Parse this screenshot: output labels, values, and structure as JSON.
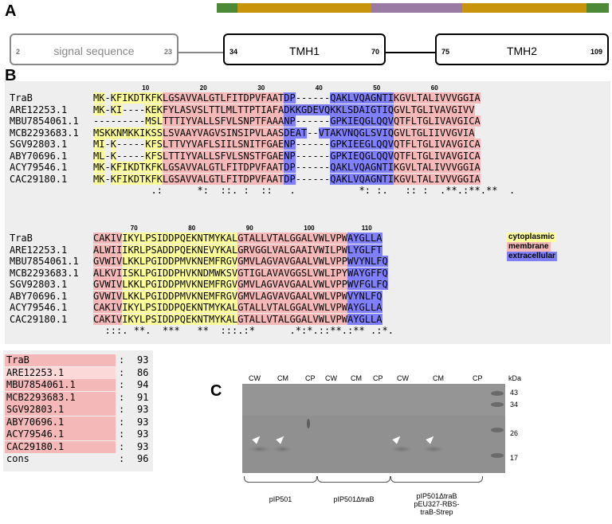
{
  "panels": {
    "a": "A",
    "b": "B",
    "c": "C"
  },
  "panel_a": {
    "topology_colors": [
      "#4d8a35",
      "#c8940c",
      "#9a7ba4",
      "#c8940c",
      "#4d8a35"
    ],
    "domains": [
      {
        "label": "signal sequence",
        "start": "2",
        "end": "23",
        "style": "grey"
      },
      {
        "label": "TMH1",
        "start": "34",
        "end": "70",
        "style": "black"
      },
      {
        "label": "TMH2",
        "start": "75",
        "end": "109",
        "style": "black"
      }
    ]
  },
  "panel_b": {
    "colors": {
      "cytoplasmic": "#ffff99",
      "membrane": "#f4b8b8",
      "extracellular": "#8080ff",
      "background": "#eeeeee"
    },
    "block1": {
      "ruler": [
        "10",
        "20",
        "30",
        "40",
        "50",
        "60"
      ],
      "rows": [
        {
          "name": "TraB",
          "seq": "MK-KFIKDTKFKLGSAVVALGTLFITDPVFAATDP------QAKLVQAGNTIKGVLTALIVVVGGIA"
        },
        {
          "name": "ARE12253.1",
          "seq": "MK-KI----KEKFYLASVSLTTLMLTTPTIAFADKKGDEVQKKLSDAIGTIQGVLTGLIVAVGIVV"
        },
        {
          "name": "MBU7854061.1",
          "seq": "---------MSLTTTIYVALLSFVLSNPTFAAANP------GPKIEQGLQQVQTFLTGLIVAVGICA"
        },
        {
          "name": "MCB2293683.1",
          "seq": "MSKKNMKKIKSSLSVAAYVAGVSINSIPVLAASDEAT--VTAKVNQGLSVIQGVLTGLIIVVGVIA"
        },
        {
          "name": "SGV92803.1",
          "seq": "MI-K-----KFSLTTVYVAFLSIILSNITFGAENP------GPKIEEGLQQVQTFLTGLIVAVGICA"
        },
        {
          "name": "ABY70696.1",
          "seq": "ML-K-----KFSLTTIYVALLSFVLSNSTFGAENP------GPKIEQGLQQVQTFLTGLIVAVGICA"
        },
        {
          "name": "ACY79546.1",
          "seq": "MK-KFIKDTKFKLGSAVVALGTLFITDPVFAATDP------QAKLVQAGNTIKGVLTALIVVVGGIA"
        },
        {
          "name": "CAC29180.1",
          "seq": "MK-KFIKDTKFKLGSAVVALGTLFITDPVFAATDP------QAKLVQAGNTIKGVLTALIVVVGGIA"
        }
      ],
      "consensus": "          .:      *:  ::. :  ::   .           *: :.   :: :  .**.:**.**  ."
    },
    "block2": {
      "ruler": [
        "70",
        "80",
        "90",
        "100",
        "110"
      ],
      "rows": [
        {
          "name": "TraB",
          "seq": "CAKIVIKYLPSIDDPQEKNTMYKALGTALLVTALGGALVWLVPWAYGLLA"
        },
        {
          "name": "ARE12253.1",
          "seq": "ALWIIIKRLPSADDPQEKNEVYKALGRVGGLVALGAAIVWILPWLYGLFT"
        },
        {
          "name": "MBU7854061.1",
          "seq": "GVWIVLKKLPGIDDPMVKNEMFRGVGMVLAGVAVGAALVWLVPPWVYNLFQ"
        },
        {
          "name": "MCB2293683.1",
          "seq": "ALKVIISKLPGIDDPHVKNDMWKSVGTIGLAVAVGGSLVWLIPYWAYGFFQ"
        },
        {
          "name": "SGV92803.1",
          "seq": "GVWIVLKKLPGIDDPMVKNEMFRGVGMVLAGVAVGAALVWLVPPWVFGLFQ"
        },
        {
          "name": "ABY70696.1",
          "seq": "GVWIVLKKLPGIDDPMVKNEMFRGVGMVLAGVAVGAALVWLVPWVYNLFQ"
        },
        {
          "name": "ACY79546.1",
          "seq": "CAKIVIKYLPSIDDPQEKNTMYKALGTALLVTALGGALVWLVPWAYGLLA"
        },
        {
          "name": "CAC29180.1",
          "seq": "CAKIVIKYLPSIDDPQEKNTMYKALGTALLVTALGGALVWLVPWAYGLLA"
        }
      ],
      "consensus": "  :::. **.  ***   **  :::.:*      .*:*.::**.:** .:*."
    },
    "legend": [
      {
        "label": "cytoplasmic",
        "color": "#ffff99"
      },
      {
        "label": "membrane",
        "color": "#f4b8b8"
      },
      {
        "label": "extracellular",
        "color": "#8080ff"
      }
    ],
    "scores": [
      {
        "name": "TraB",
        "value": "93",
        "color": "#f4b8b8"
      },
      {
        "name": "ARE12253.1",
        "value": "86",
        "color": "#fbd9d9"
      },
      {
        "name": "MBU7854061.1",
        "value": "94",
        "color": "#f4b8b8"
      },
      {
        "name": "MCB2293683.1",
        "value": "91",
        "color": "#f4b8b8"
      },
      {
        "name": "SGV92803.1",
        "value": "93",
        "color": "#f4b8b8"
      },
      {
        "name": "ABY70696.1",
        "value": "93",
        "color": "#f4b8b8"
      },
      {
        "name": "ACY79546.1",
        "value": "93",
        "color": "#f4b8b8"
      },
      {
        "name": "CAC29180.1",
        "value": "93",
        "color": "#f4b8b8"
      },
      {
        "name": "cons",
        "value": "96",
        "color": "#eeeeee"
      }
    ]
  },
  "panel_c": {
    "fractions": [
      "CW",
      "CM",
      "CP",
      "CW",
      "CM",
      "CP",
      "CW",
      "CM",
      "CP"
    ],
    "kda_label": "kDa",
    "markers": [
      "43",
      "34",
      "26",
      "17"
    ],
    "groups": [
      "pIP501",
      "pIP501ΔtraB",
      "pIP501ΔtraB\npEU327-RBS-\ntraB-Strep"
    ]
  }
}
